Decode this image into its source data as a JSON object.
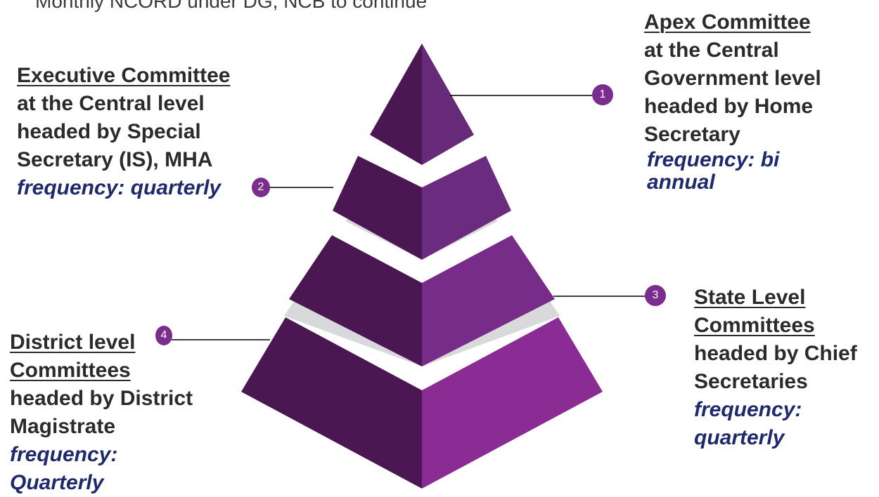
{
  "caption": "Monthly NCORD under DG, NCB to continue",
  "levels": [
    {
      "number": "1",
      "title": "Apex Committee",
      "lines": [
        "at the Central",
        "Government level",
        "headed by Home",
        "Secretary"
      ],
      "frequency": [
        "frequency: bi",
        "annual"
      ]
    },
    {
      "number": "2",
      "title": "Executive Committee",
      "lines": [
        "at the Central level",
        "headed by Special",
        "Secretary (IS), MHA"
      ],
      "frequency": [
        "frequency: quarterly"
      ]
    },
    {
      "number": "3",
      "title_lines": [
        "State Level",
        "Committees"
      ],
      "lines": [
        "headed by Chief",
        "Secretaries"
      ],
      "frequency": [
        "frequency:",
        "quarterly"
      ]
    },
    {
      "number": "4",
      "title_lines": [
        "District level",
        "Committees"
      ],
      "lines": [
        "headed by District",
        "Magistrate"
      ],
      "frequency": [
        "frequency:",
        "Quarterly"
      ]
    }
  ],
  "colors": {
    "dark_face": "#4a1752",
    "light_face_tiers": [
      "#662a78",
      "#6b2b7e",
      "#782c89",
      "#8a2c94"
    ],
    "gap": "#d9d9db",
    "badge": "#7b2d8e",
    "frequency_text": "#1f2a6e"
  }
}
